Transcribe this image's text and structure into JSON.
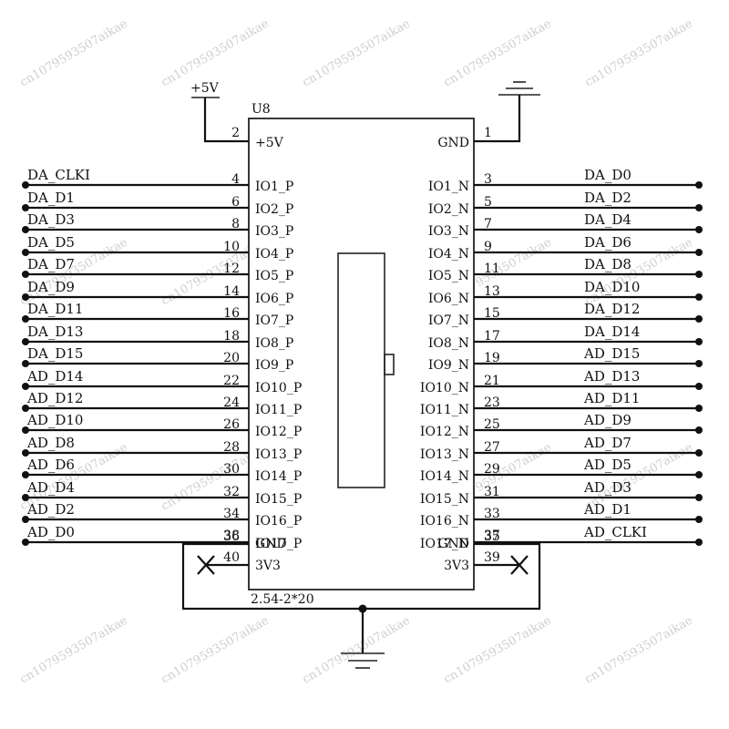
{
  "part": {
    "ref": "U8",
    "footprint": "2.54-2*20",
    "supply_label": "+5V"
  },
  "left_pins": [
    {
      "num": "2",
      "name": "+5V",
      "net": ""
    },
    {
      "num": "4",
      "name": "IO1_P",
      "net": "DA_CLKI"
    },
    {
      "num": "6",
      "name": "IO2_P",
      "net": "DA_D1"
    },
    {
      "num": "8",
      "name": "IO3_P",
      "net": "DA_D3"
    },
    {
      "num": "10",
      "name": "IO4_P",
      "net": "DA_D5"
    },
    {
      "num": "12",
      "name": "IO5_P",
      "net": "DA_D7"
    },
    {
      "num": "14",
      "name": "IO6_P",
      "net": "DA_D9"
    },
    {
      "num": "16",
      "name": "IO7_P",
      "net": "DA_D11"
    },
    {
      "num": "18",
      "name": "IO8_P",
      "net": "DA_D13"
    },
    {
      "num": "20",
      "name": "IO9_P",
      "net": "DA_D15"
    },
    {
      "num": "22",
      "name": "IO10_P",
      "net": "AD_D14"
    },
    {
      "num": "24",
      "name": "IO11_P",
      "net": "AD_D12"
    },
    {
      "num": "26",
      "name": "IO12_P",
      "net": "AD_D10"
    },
    {
      "num": "28",
      "name": "IO13_P",
      "net": "AD_D8"
    },
    {
      "num": "30",
      "name": "IO14_P",
      "net": "AD_D6"
    },
    {
      "num": "32",
      "name": "IO15_P",
      "net": "AD_D4"
    },
    {
      "num": "34",
      "name": "IO16_P",
      "net": "AD_D2"
    },
    {
      "num": "36",
      "name": "IO17_P",
      "net": "AD_D0"
    },
    {
      "num": "38",
      "name": "GND",
      "net": ""
    },
    {
      "num": "40",
      "name": "3V3",
      "net": ""
    }
  ],
  "right_pins": [
    {
      "num": "1",
      "name": "GND",
      "net": ""
    },
    {
      "num": "3",
      "name": "IO1_N",
      "net": "DA_D0"
    },
    {
      "num": "5",
      "name": "IO2_N",
      "net": "DA_D2"
    },
    {
      "num": "7",
      "name": "IO3_N",
      "net": "DA_D4"
    },
    {
      "num": "9",
      "name": "IO4_N",
      "net": "DA_D6"
    },
    {
      "num": "11",
      "name": "IO5_N",
      "net": "DA_D8"
    },
    {
      "num": "13",
      "name": "IO6_N",
      "net": "DA_D10"
    },
    {
      "num": "15",
      "name": "IO7_N",
      "net": "DA_D12"
    },
    {
      "num": "17",
      "name": "IO8_N",
      "net": "DA_D14"
    },
    {
      "num": "19",
      "name": "IO9_N",
      "net": "AD_D15"
    },
    {
      "num": "21",
      "name": "IO10_N",
      "net": "AD_D13"
    },
    {
      "num": "23",
      "name": "IO11_N",
      "net": "AD_D11"
    },
    {
      "num": "25",
      "name": "IO12_N",
      "net": "AD_D9"
    },
    {
      "num": "27",
      "name": "IO13_N",
      "net": "AD_D7"
    },
    {
      "num": "29",
      "name": "IO14_N",
      "net": "AD_D5"
    },
    {
      "num": "31",
      "name": "IO15_N",
      "net": "AD_D3"
    },
    {
      "num": "33",
      "name": "IO16_N",
      "net": "AD_D1"
    },
    {
      "num": "35",
      "name": "IO17_N",
      "net": "AD_CLKI"
    },
    {
      "num": "37",
      "name": "GND",
      "net": ""
    },
    {
      "num": "39",
      "name": "3V3",
      "net": ""
    }
  ],
  "watermark": "cn1079593507aikae",
  "colors": {
    "ink": "#111111",
    "watermark": "#cfcfcf"
  },
  "icons": {
    "no_connect": "no-connect-x-icon",
    "ground": "ground-symbol-icon"
  }
}
